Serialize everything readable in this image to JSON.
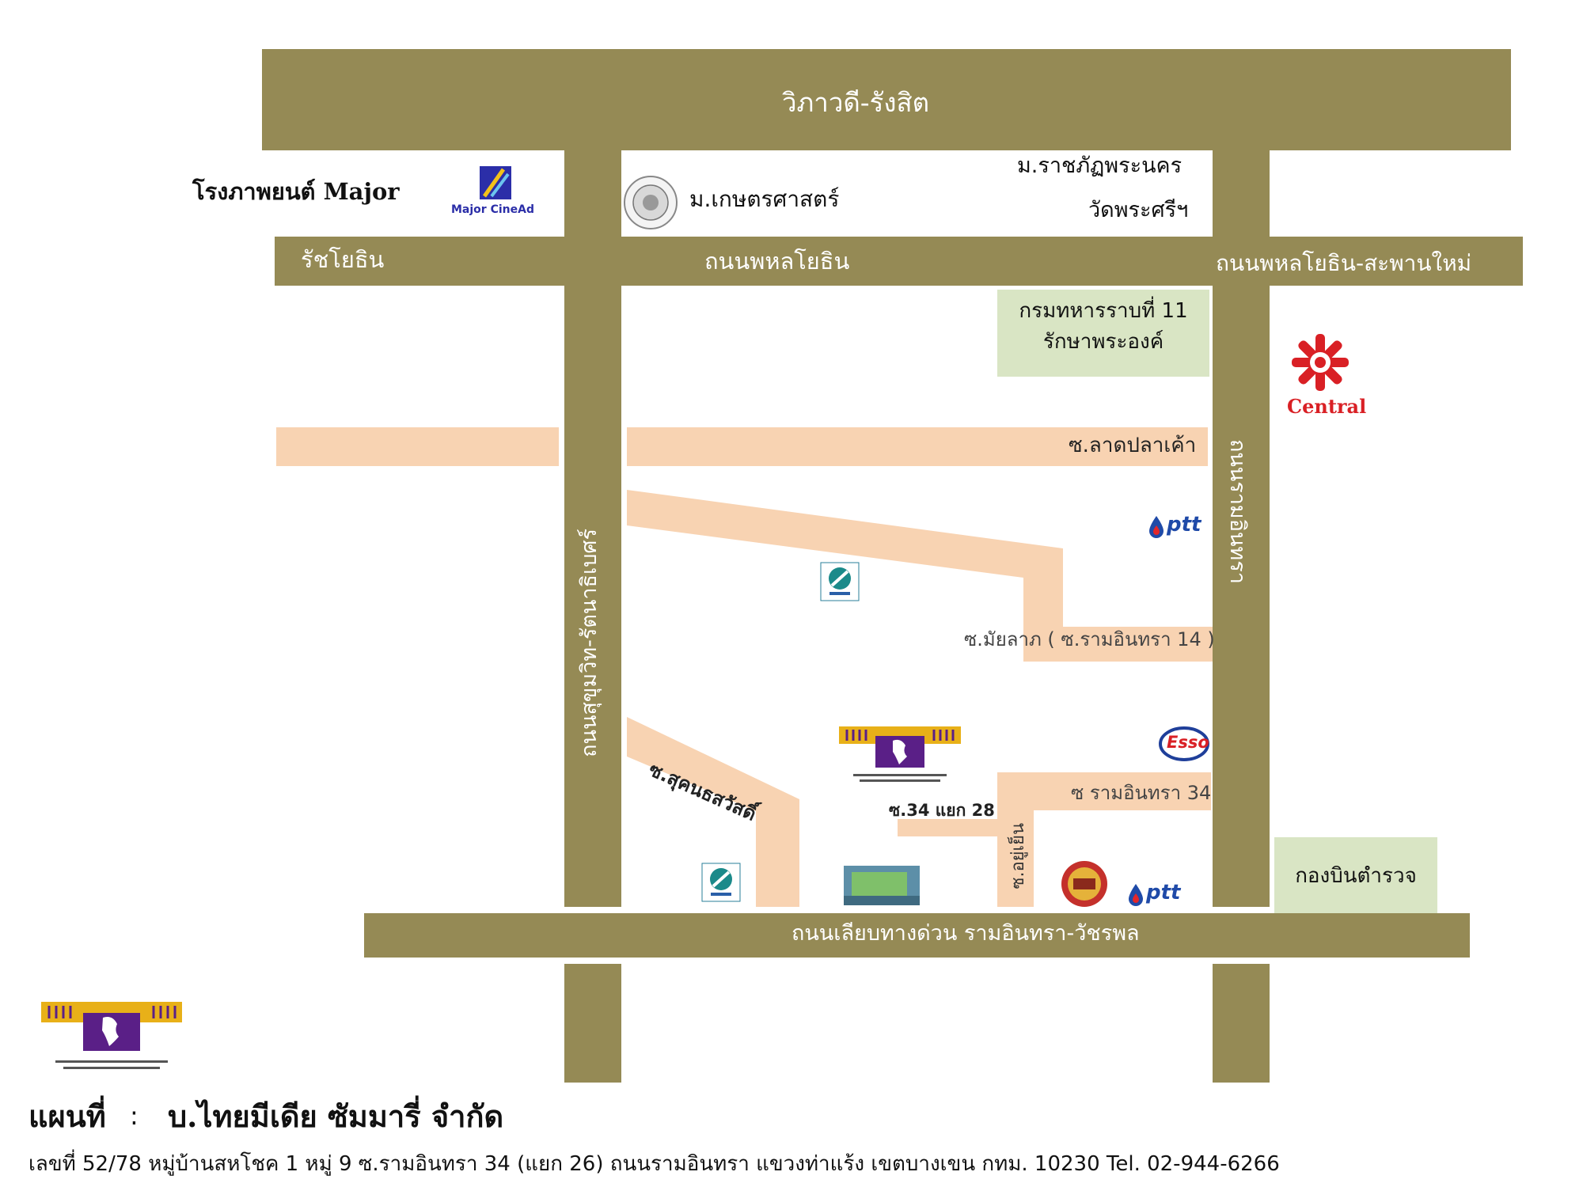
{
  "roads": {
    "top": "วิภาวดี-รังสิต",
    "left_upper": "รัชโยธิน",
    "middle_upper": "ถนนพหลโยธิน",
    "right_upper": "ถนนพหลโยธิน-สะพานใหม่",
    "left_vertical": "ถนนสุขุมวิท-รัตนาธิเบศร์",
    "right_vertical": "ถนนรามอินทรา",
    "bottom": "ถนนเลียบทางด่วน  รามอินทรา-วัชรพล"
  },
  "places": {
    "cinema": "โรงภาพยนต์  Major",
    "cinema_logo_text": "Major CineAd",
    "kasetsart": "ม.เกษตรศาสตร์",
    "rajabhat": "ม.ราชภัฏพระนคร",
    "wat": "วัดพระศรีฯ",
    "regiment_line1": "กรมทหารราบที่ 11",
    "regiment_line2": "รักษาพระองค์",
    "central": "Central",
    "police_aviation": "กองบินตำรวจ",
    "ptt_text": "ptt",
    "esso_text": "Esso"
  },
  "sois": {
    "lat_pla_khao": "ซ.ลาดปลาเค้า",
    "maiyalap": "ซ.มัยลาภ ( ซ.รามอินทรา 14 )",
    "sukhon": "ซ.สุคนธสวัสดิ์",
    "ram34": "ซ รามอินทรา 34",
    "yaek28": "ซ.34 แยก 28",
    "yuyen": "ซ.อยู่เย็น"
  },
  "footer": {
    "title_label": "แผนที่",
    "title_sep": ":",
    "company": "บ.ไทยมีเดีย ซัมมารี่ จำกัด",
    "address": "เลขที่ 52/78 หมู่บ้านสหโชค 1 หมู่ 9 ซ.รามอินทรา 34 (แยก 26) ถนนรามอินทรา แขวงท่าแร้ง เขตบางเขน กทม. 10230 Tel. 02-944-6266"
  },
  "colors": {
    "main_road": "#958a55",
    "soi": "#f8d3b2",
    "zone": "#d9e5c4",
    "company_purple": "#5a1f87",
    "company_gold": "#e8b018",
    "central_red": "#d92025",
    "ptt_blue": "#1f4aa8"
  },
  "icons": [
    "kasetsart-seal-icon",
    "major-cinead-logo-icon",
    "central-logo-icon",
    "ptt-logo-icon",
    "esso-logo-icon",
    "bangchak-logo-icon",
    "company-logo-icon",
    "restaurant-sign-icon",
    "emblem-icon"
  ]
}
